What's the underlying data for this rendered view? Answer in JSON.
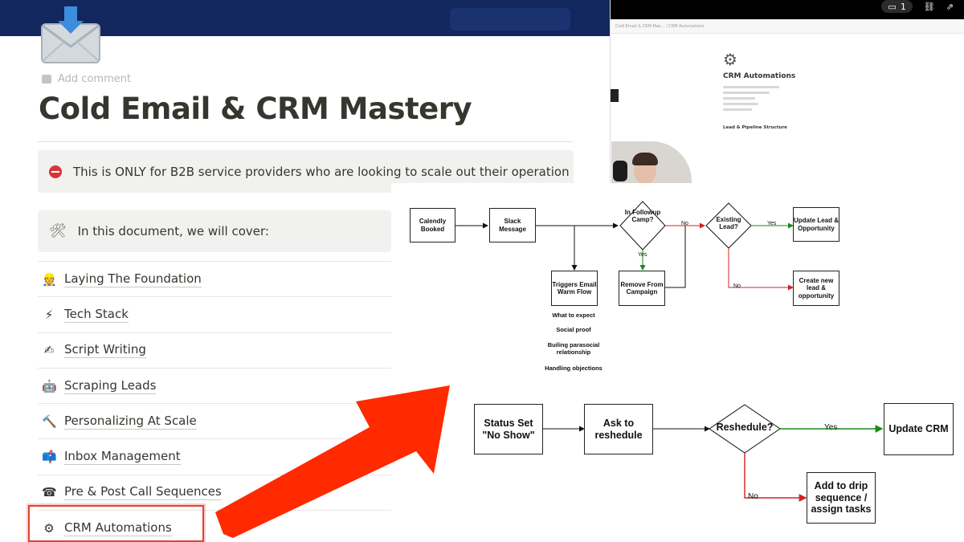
{
  "page": {
    "title": "Cold Email & CRM Mastery",
    "add_comment": "Add comment"
  },
  "callouts": {
    "warning": "This is ONLY for B2B service providers who are looking to scale out their operation",
    "cover": "In this document, we will cover:"
  },
  "toc": [
    {
      "icon": "construction-worker-icon",
      "glyph": "👷",
      "label": "Laying The Foundation"
    },
    {
      "icon": "lightning-icon",
      "glyph": "⚡",
      "label": "Tech Stack"
    },
    {
      "icon": "writing-hand-icon",
      "glyph": "✍",
      "label": "Script Writing"
    },
    {
      "icon": "robot-icon",
      "glyph": "🤖",
      "label": "Scraping Leads"
    },
    {
      "icon": "hammer-icon",
      "glyph": "🔨",
      "label": "Personalizing At Scale"
    },
    {
      "icon": "mailbox-icon",
      "glyph": "📫",
      "label": "Inbox Management"
    },
    {
      "icon": "telephone-icon",
      "glyph": "☎",
      "label": "Pre & Post Call Sequences"
    },
    {
      "icon": "gear-icon",
      "glyph": "⚙",
      "label": "CRM Automations"
    }
  ],
  "video_overlay": {
    "comment_count": "1",
    "mini_page_title": "CRM Automations",
    "mini_section_heading": "Lead & Pipeline Structure",
    "mini_breadcrumb": "Cold Email & CRM Mas...  /  CRM Automations"
  },
  "flowchart_top": {
    "nodes": {
      "calendly": "Calendly Booked",
      "slack": "Slack Message",
      "followup_q": "In Followup Camp?",
      "existing_q": "Existing Lead?",
      "update_lead": "Update Lead & Opportunity",
      "remove": "Remove From Campaign",
      "triggers": "Triggers Email Warm Flow",
      "create_new": "Create new lead & opportunity"
    },
    "edge_labels": {
      "no1": "No",
      "yes1": "Yes",
      "yes2": "Yes",
      "no2": "No"
    },
    "notes": [
      "What to expect",
      "Social proof",
      "Builing parasocial relationship",
      "Handling objections"
    ]
  },
  "flowchart_bottom": {
    "nodes": {
      "status": "Status Set \"No Show\"",
      "ask": "Ask to reshedule",
      "reshedule_q": "Reshedule?",
      "update_crm": "Update CRM",
      "drip": "Add to drip sequence / assign tasks"
    },
    "edge_labels": {
      "yes": "Yes",
      "no": "No"
    }
  },
  "colors": {
    "banner": "#12275e",
    "highlight": "#e4412f",
    "yes_edge": "#1a8a1a",
    "no_edge": "#d62020",
    "big_arrow": "#ff2a00"
  }
}
